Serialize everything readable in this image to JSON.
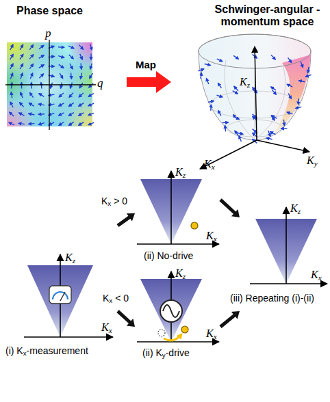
{
  "diagram": {
    "nodes": [
      {
        "text": [
          "Phase space",
          "p",
          "q"
        ]
      },
      {
        "text": [
          "Schwinger-angular -momentum space",
          "Kz",
          "Kx",
          "Ky"
        ]
      },
      {
        "text": [
          "Kz",
          "Kx",
          "(i) Kx-measurement"
        ]
      },
      {
        "text": [
          "Kz",
          "Kx",
          "(ii) No-drive"
        ]
      },
      {
        "text": [
          "Kz",
          "Kx",
          "(ii) Ky-drive"
        ]
      },
      {
        "text": [
          "Kz",
          "Kx",
          "(iii) Repeating (i)-(ii)"
        ]
      }
    ],
    "edges": [
      {
        "from": 0,
        "to": 1,
        "label": "Map",
        "arrow": "to"
      },
      {
        "from": 2,
        "to": 3,
        "label": "Kx > 0",
        "arrow": "to"
      },
      {
        "from": 2,
        "to": 4,
        "label": "Kx < 0",
        "arrow": "to"
      },
      {
        "from": 3,
        "to": 5,
        "arrow": "to"
      },
      {
        "from": 4,
        "to": 5,
        "arrow": "to"
      }
    ]
  }
}
